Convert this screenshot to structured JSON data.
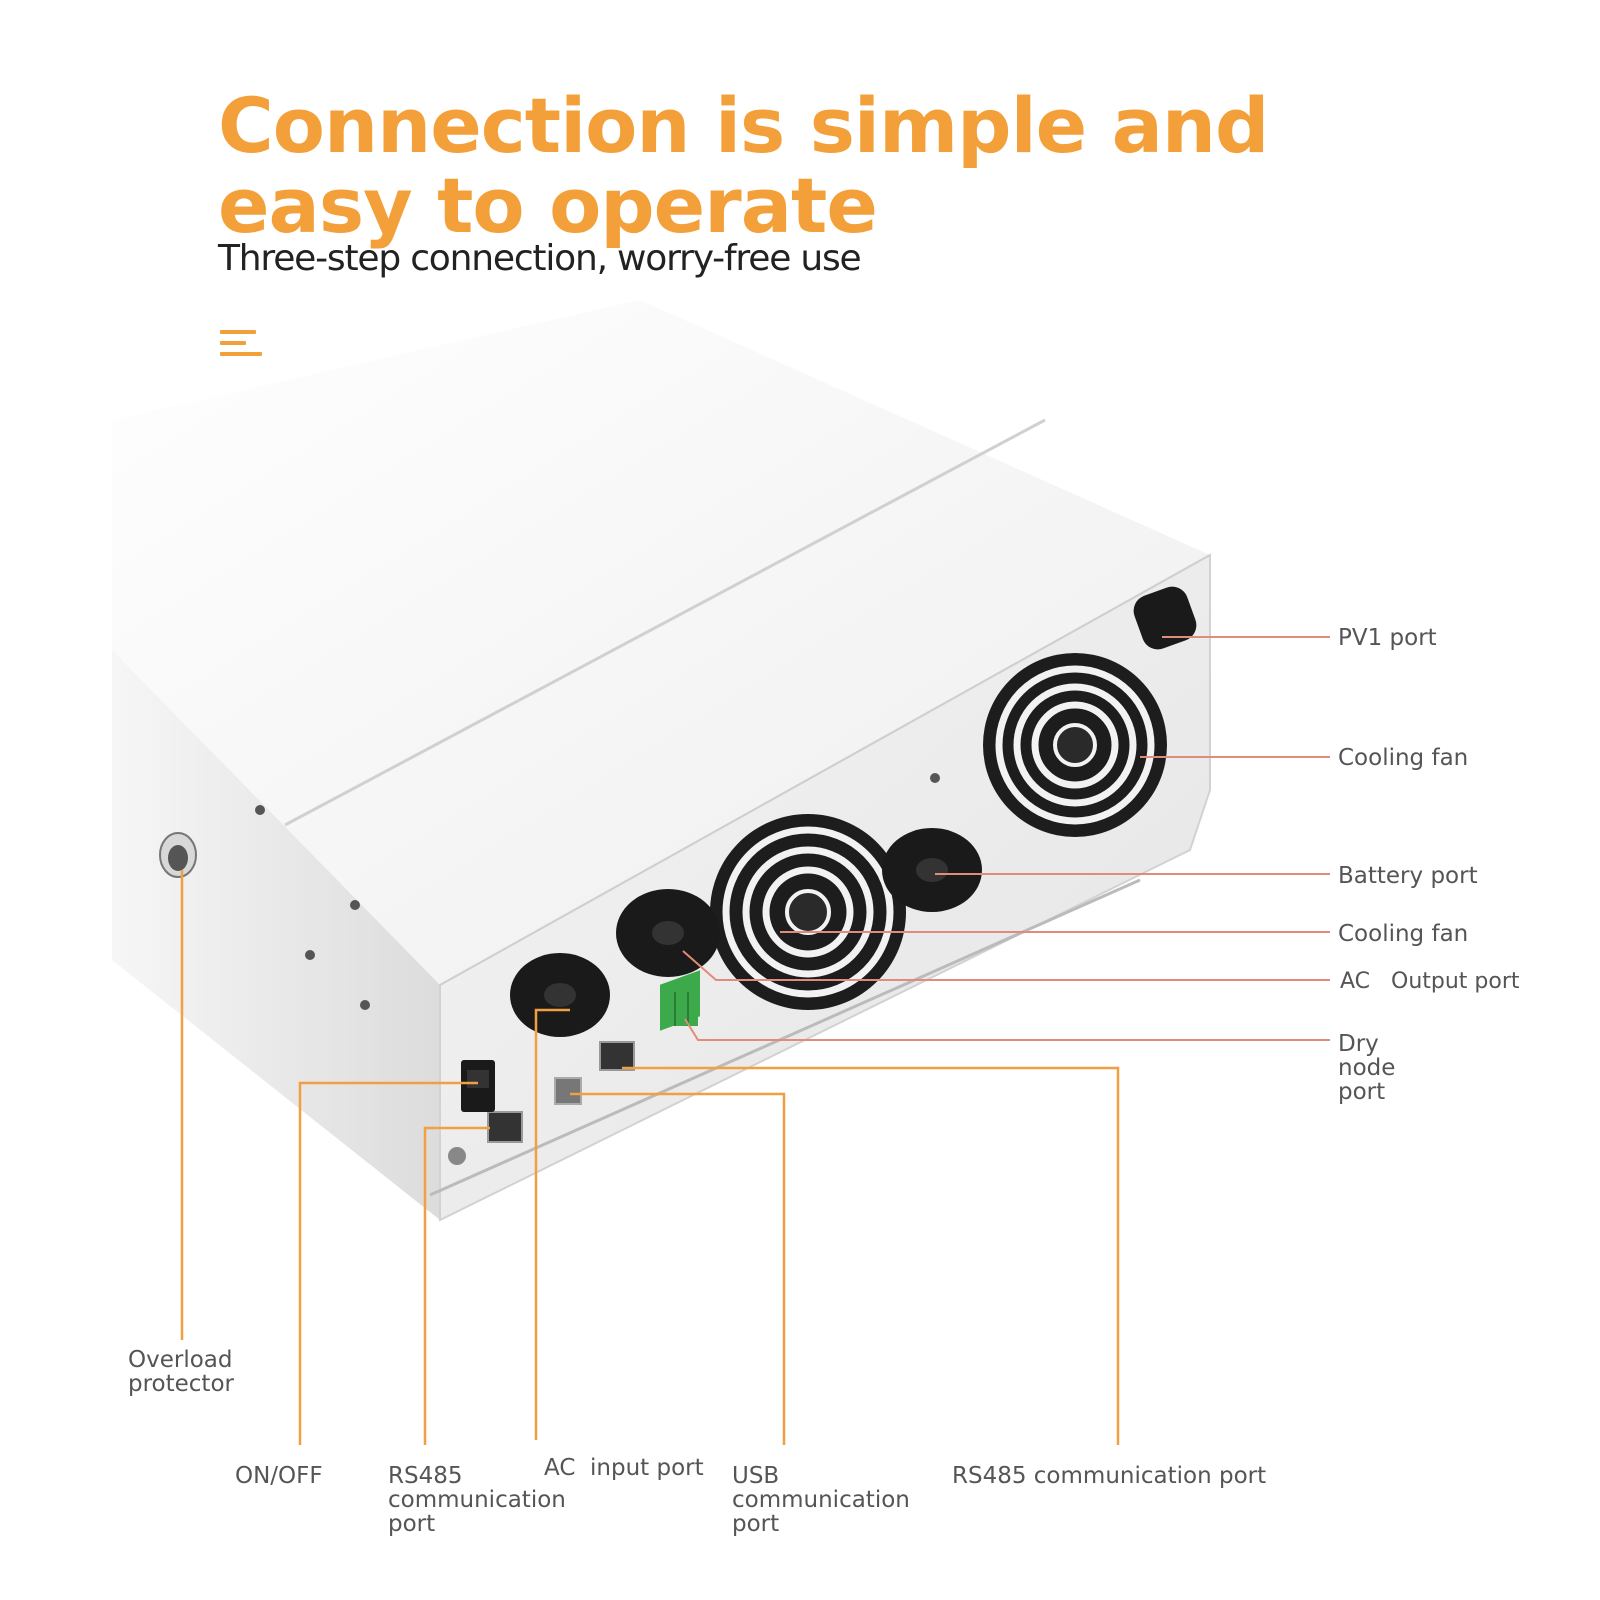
{
  "header": {
    "title": "Connection is simple and easy to operate",
    "subtitle": "Three-step connection, worry-free use"
  },
  "icons": {
    "menu": "menu-lines-icon"
  },
  "colors": {
    "accent": "#f3a03a",
    "leader_right": "#e08c78",
    "leader_bottom": "#f0a042",
    "device_body": "#eeeeee",
    "fan": "#222222",
    "terminal": "#3caa4a"
  },
  "labels": {
    "pv1_port": "PV1 port",
    "cooling_fan_top": "Cooling fan",
    "battery_port": "Battery port",
    "cooling_fan_mid": "Cooling fan",
    "ac_output_port": "AC   Output port",
    "dry_node_port": "Dry\nnode\nport",
    "overload_protector": "Overload\nprotector",
    "on_off": "ON/OFF",
    "rs485_port_left": "RS485\ncommunication\nport",
    "ac_input_port": "AC  input port",
    "usb_port": "USB\ncommunication\nport",
    "rs485_port_right": "RS485 communication port"
  }
}
